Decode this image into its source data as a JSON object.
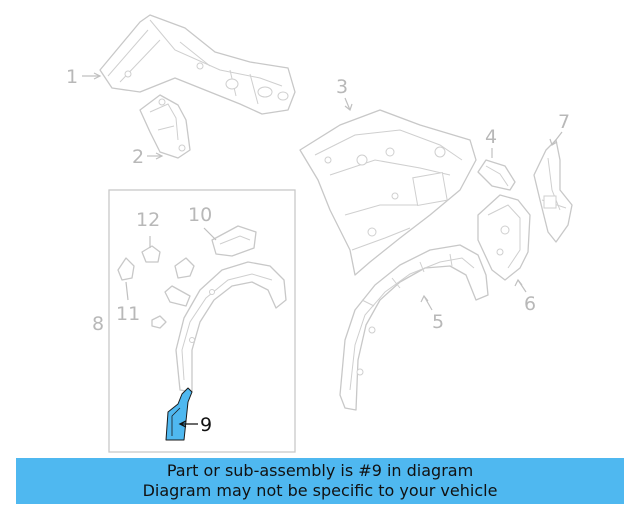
{
  "callouts": {
    "c1": "1",
    "c2": "2",
    "c3": "3",
    "c4": "4",
    "c5": "5",
    "c6": "6",
    "c7": "7",
    "c8": "8",
    "c9": "9",
    "c10": "10",
    "c11": "11",
    "c12": "12"
  },
  "highlight": {
    "part_number": "9",
    "color": "#4fb8f0"
  },
  "banner": {
    "line1": "Part or sub-assembly is #9 in diagram",
    "line2": "Diagram may not be specific to your vehicle",
    "background": "#4fb8f0"
  }
}
